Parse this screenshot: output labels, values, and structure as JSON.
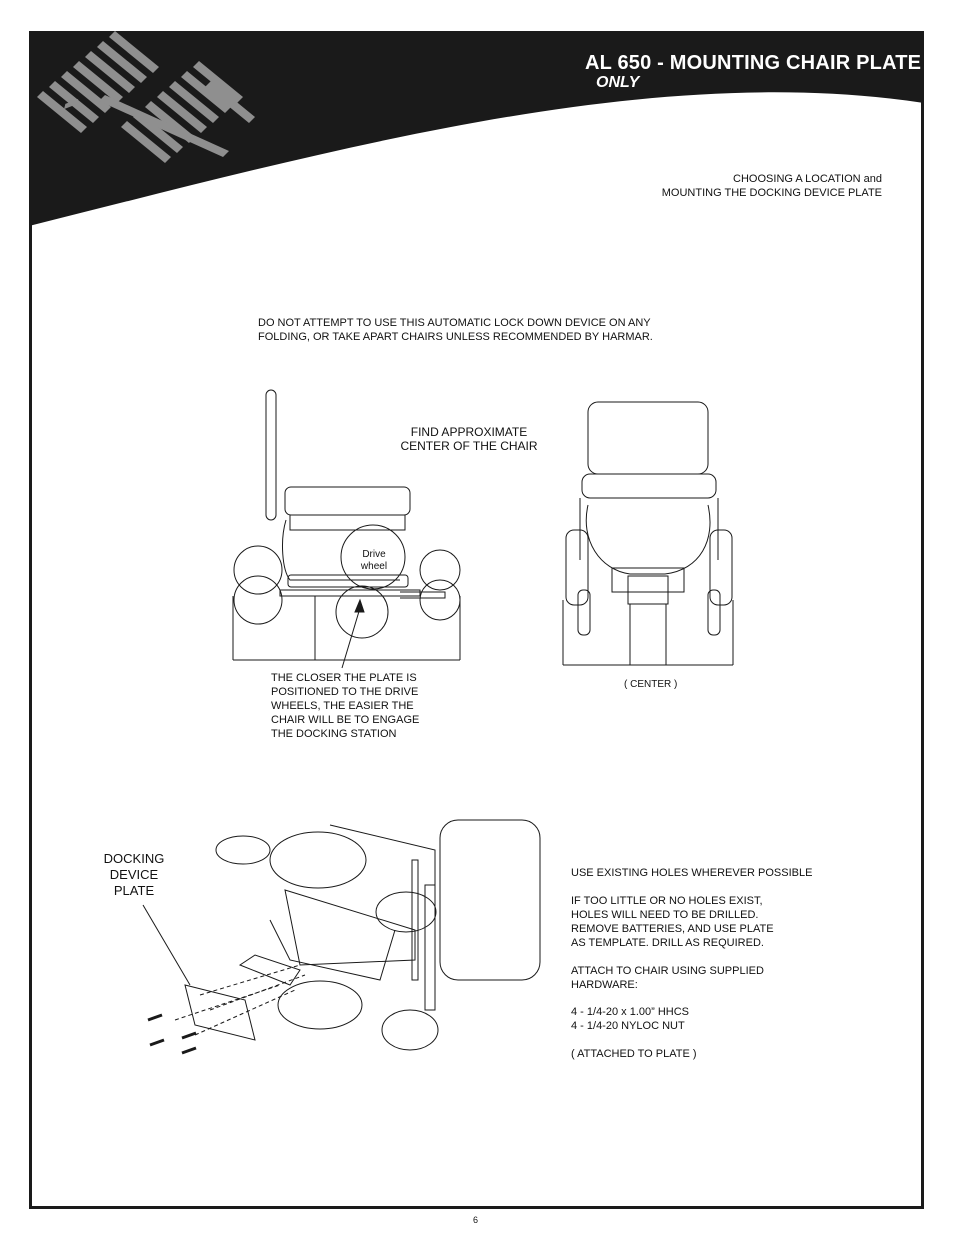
{
  "header": {
    "title": "AL 650 - MOUNTING CHAIR PLATE",
    "subtitle": "ONLY",
    "section_line1": "CHOOSING A LOCATION and",
    "section_line2": "MOUNTING THE DOCKING DEVICE PLATE"
  },
  "warning": {
    "line1": "DO NOT ATTEMPT TO USE THIS AUTOMATIC LOCK DOWN DEVICE ON ANY",
    "line2": "FOLDING, OR TAKE APART CHAIRS UNLESS RECOMMENDED BY HARMAR."
  },
  "side_view": {
    "find_line1": "FIND APPROXIMATE",
    "find_line2": "CENTER OF THE CHAIR",
    "drive_line1": "Drive",
    "drive_line2": "wheel",
    "note_lines": [
      "THE CLOSER THE PLATE IS",
      "POSITIONED TO THE DRIVE",
      "WHEELS, THE EASIER THE",
      "CHAIR WILL BE TO ENGAGE",
      "THE DOCKING STATION"
    ]
  },
  "rear_view": {
    "center_label": "( CENTER )"
  },
  "exploded_view": {
    "plate_label": [
      "DOCKING",
      "DEVICE",
      "PLATE"
    ]
  },
  "instructions": {
    "lines": [
      "USE EXISTING HOLES WHEREVER POSSIBLE",
      "",
      "IF TOO LITTLE OR NO HOLES EXIST,",
      "HOLES WILL NEED TO BE DRILLED.",
      "REMOVE BATTERIES, AND USE PLATE",
      "AS TEMPLATE. DRILL AS REQUIRED.",
      "",
      "ATTACH TO CHAIR USING SUPPLIED",
      "HARDWARE:",
      "",
      "4 - 1/4-20 x 1.00” HHCS",
      "4 - 1/4-20 NYLOC NUT",
      "",
      "( ATTACHED TO PLATE )"
    ]
  },
  "footer": {
    "page_number": "6"
  },
  "colors": {
    "banner": "#1a1a1a",
    "logo_stripes": "#8a8a8a"
  }
}
